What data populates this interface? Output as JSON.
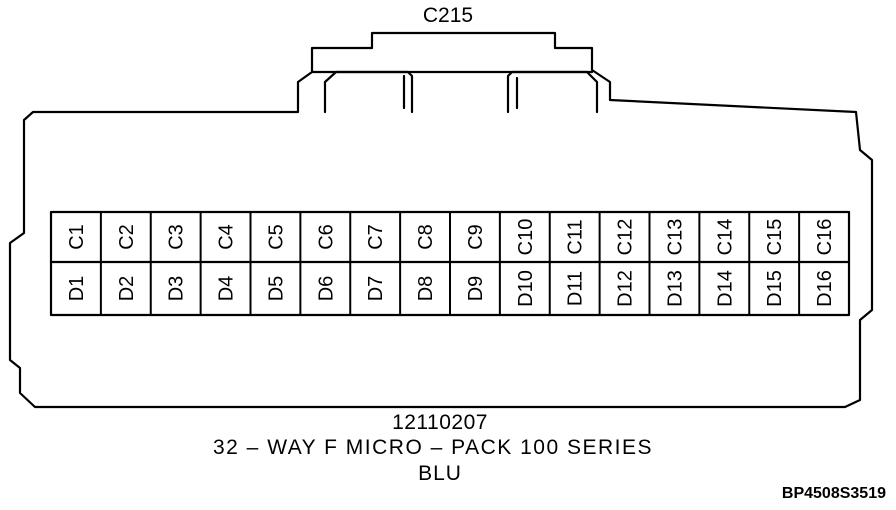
{
  "connector": {
    "id": "C215",
    "part_number": "12110207",
    "description": "32 – WAY F MICRO – PACK 100 SERIES",
    "color": "BLU",
    "figure_id": "BP4508S3519"
  },
  "terminals": {
    "top_row": [
      "C1",
      "C2",
      "C3",
      "C4",
      "C5",
      "C6",
      "C7",
      "C8",
      "C9",
      "C10",
      "C11",
      "C12",
      "C13",
      "C14",
      "C15",
      "C16"
    ],
    "bottom_row": [
      "D1",
      "D2",
      "D3",
      "D4",
      "D5",
      "D6",
      "D7",
      "D8",
      "D9",
      "D10",
      "D11",
      "D12",
      "D13",
      "D14",
      "D15",
      "D16"
    ]
  }
}
